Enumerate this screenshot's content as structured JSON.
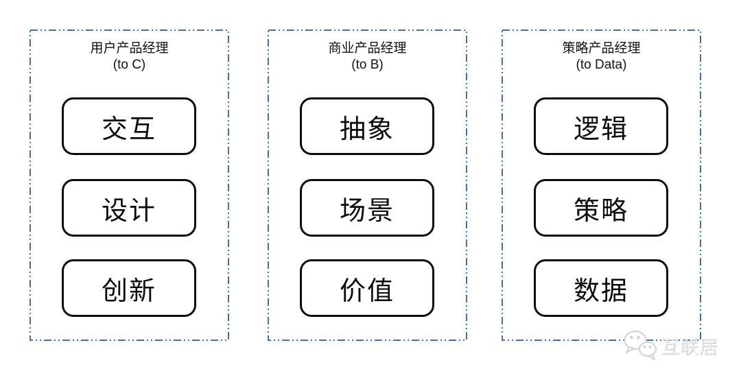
{
  "columns": [
    {
      "title": "用户产品经理",
      "subtitle": "(to C)",
      "items": [
        "交互",
        "设计",
        "创新"
      ]
    },
    {
      "title": "商业产品经理",
      "subtitle": "(to B)",
      "items": [
        "抽象",
        "场景",
        "价值"
      ]
    },
    {
      "title": "策略产品经理",
      "subtitle": "(to Data)",
      "items": [
        "逻辑",
        "策略",
        "数据"
      ]
    }
  ],
  "watermark": {
    "text": "互联居",
    "icon": "wechat-icon"
  },
  "colors": {
    "dashed_border": "#41719C",
    "box_border": "#0b0b0b",
    "text": "#111111",
    "watermark_gray": "#cfcfcf",
    "background": "#ffffff"
  }
}
